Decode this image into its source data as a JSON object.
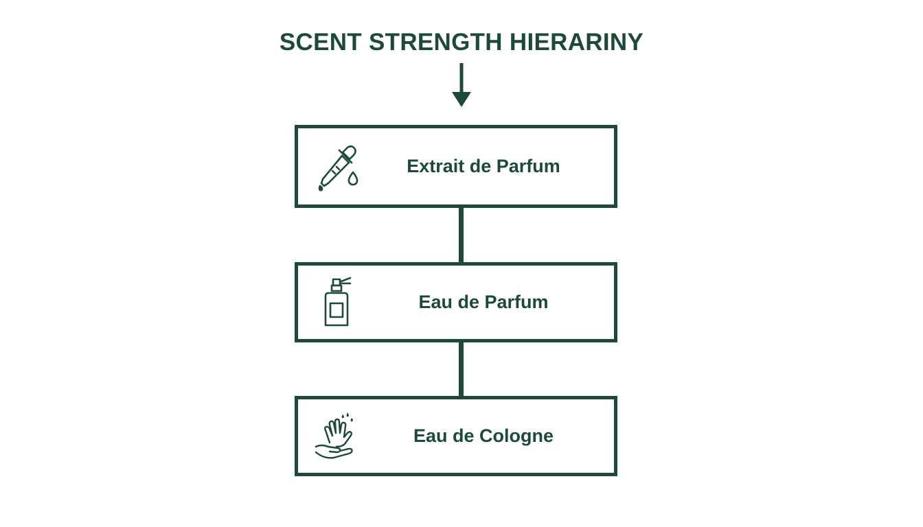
{
  "colors": {
    "primary": "#1d4a36",
    "background": "#ffffff"
  },
  "diagram": {
    "title": "SCENT STRENGTH HIERARINY",
    "levels": [
      {
        "label": "Extrait de Parfum",
        "icon": "dropper-icon"
      },
      {
        "label": "Eau de Parfum",
        "icon": "spray-bottle-icon"
      },
      {
        "label": "Eau de Cologne",
        "icon": "hand-splash-icon"
      }
    ]
  }
}
